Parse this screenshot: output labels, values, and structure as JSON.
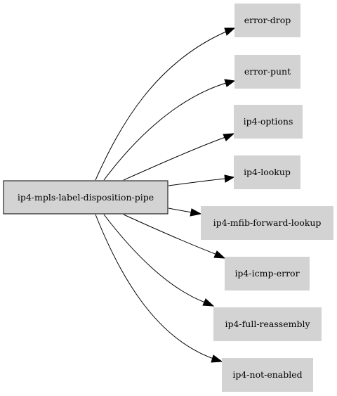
{
  "graph": {
    "source": {
      "id": "src",
      "label": "ip4-mpls-label-disposition-pipe"
    },
    "targets": [
      {
        "id": "t0",
        "label": "error-drop"
      },
      {
        "id": "t1",
        "label": "error-punt"
      },
      {
        "id": "t2",
        "label": "ip4-options"
      },
      {
        "id": "t3",
        "label": "ip4-lookup"
      },
      {
        "id": "t4",
        "label": "ip4-mfib-forward-lookup"
      },
      {
        "id": "t5",
        "label": "ip4-icmp-error"
      },
      {
        "id": "t6",
        "label": "ip4-full-reassembly"
      },
      {
        "id": "t7",
        "label": "ip4-not-enabled"
      }
    ],
    "edges": [
      {
        "from": "src",
        "to": "t0"
      },
      {
        "from": "src",
        "to": "t1"
      },
      {
        "from": "src",
        "to": "t2"
      },
      {
        "from": "src",
        "to": "t3"
      },
      {
        "from": "src",
        "to": "t4"
      },
      {
        "from": "src",
        "to": "t5"
      },
      {
        "from": "src",
        "to": "t6"
      },
      {
        "from": "src",
        "to": "t7"
      }
    ],
    "colors": {
      "node_fill": "#d3d3d3",
      "edge": "#000000",
      "background": "#ffffff"
    }
  }
}
